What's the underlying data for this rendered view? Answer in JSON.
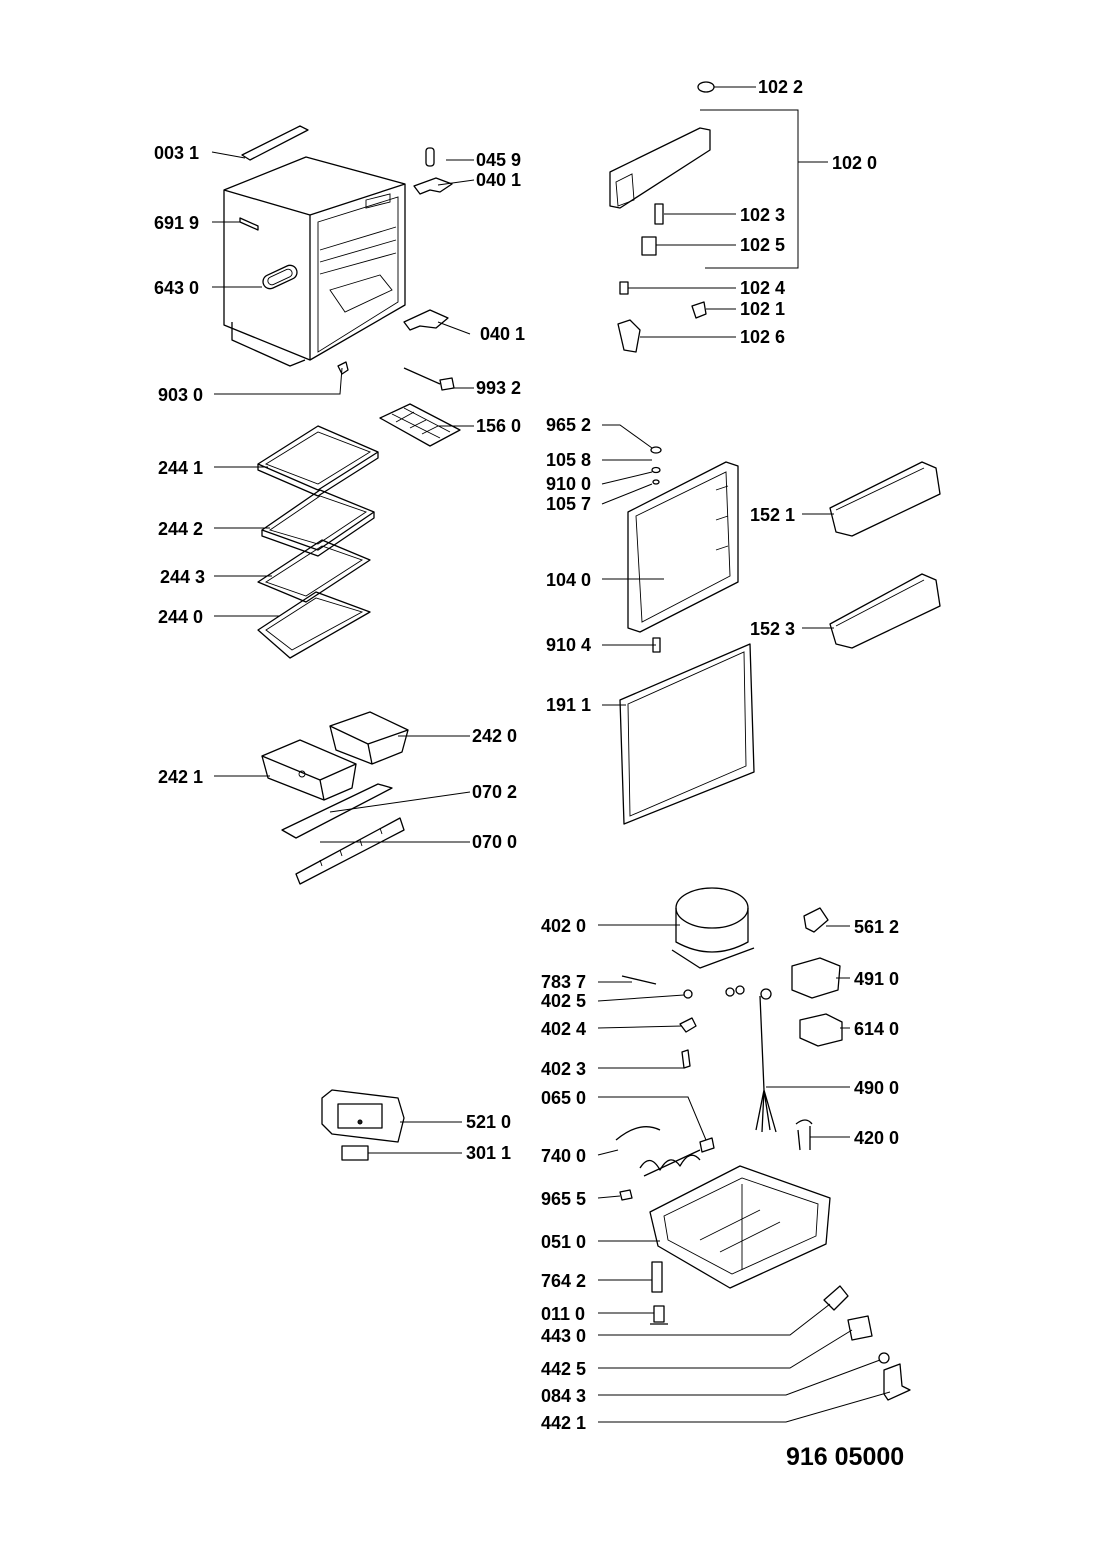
{
  "document_number": "916 05000",
  "parts": [
    {
      "id": "part-003-1",
      "label": "003 1"
    },
    {
      "id": "part-045-9",
      "label": "045 9"
    },
    {
      "id": "part-040-1-top",
      "label": "040 1"
    },
    {
      "id": "part-691-9",
      "label": "691 9"
    },
    {
      "id": "part-643-0",
      "label": "643 0"
    },
    {
      "id": "part-040-1-bottom",
      "label": "040 1"
    },
    {
      "id": "part-903-0",
      "label": "903 0"
    },
    {
      "id": "part-993-2",
      "label": "993 2"
    },
    {
      "id": "part-156-0",
      "label": "156 0"
    },
    {
      "id": "part-244-1",
      "label": "244 1"
    },
    {
      "id": "part-244-2",
      "label": "244 2"
    },
    {
      "id": "part-244-3",
      "label": "244 3"
    },
    {
      "id": "part-244-0",
      "label": "244 0"
    },
    {
      "id": "part-242-0",
      "label": "242 0"
    },
    {
      "id": "part-242-1",
      "label": "242 1"
    },
    {
      "id": "part-070-2",
      "label": "070 2"
    },
    {
      "id": "part-070-0",
      "label": "070 0"
    },
    {
      "id": "part-102-2",
      "label": "102 2"
    },
    {
      "id": "part-102-0",
      "label": "102 0"
    },
    {
      "id": "part-102-3",
      "label": "102 3"
    },
    {
      "id": "part-102-5",
      "label": "102 5"
    },
    {
      "id": "part-102-4",
      "label": "102 4"
    },
    {
      "id": "part-102-1",
      "label": "102 1"
    },
    {
      "id": "part-102-6",
      "label": "102 6"
    },
    {
      "id": "part-965-2",
      "label": "965 2"
    },
    {
      "id": "part-105-8",
      "label": "105 8"
    },
    {
      "id": "part-910-0",
      "label": "910 0"
    },
    {
      "id": "part-105-7",
      "label": "105 7"
    },
    {
      "id": "part-104-0",
      "label": "104 0"
    },
    {
      "id": "part-910-4",
      "label": "910 4"
    },
    {
      "id": "part-191-1",
      "label": "191 1"
    },
    {
      "id": "part-152-1",
      "label": "152 1"
    },
    {
      "id": "part-152-3",
      "label": "152 3"
    },
    {
      "id": "part-402-0",
      "label": "402 0"
    },
    {
      "id": "part-561-2",
      "label": "561 2"
    },
    {
      "id": "part-783-7",
      "label": "783 7"
    },
    {
      "id": "part-491-0",
      "label": "491 0"
    },
    {
      "id": "part-402-5",
      "label": "402 5"
    },
    {
      "id": "part-402-4",
      "label": "402 4"
    },
    {
      "id": "part-614-0",
      "label": "614 0"
    },
    {
      "id": "part-402-3",
      "label": "402 3"
    },
    {
      "id": "part-065-0",
      "label": "065 0"
    },
    {
      "id": "part-490-0",
      "label": "490 0"
    },
    {
      "id": "part-521-0",
      "label": "521 0"
    },
    {
      "id": "part-420-0",
      "label": "420 0"
    },
    {
      "id": "part-301-1",
      "label": "301 1"
    },
    {
      "id": "part-740-0",
      "label": "740 0"
    },
    {
      "id": "part-965-5",
      "label": "965 5"
    },
    {
      "id": "part-051-0",
      "label": "051 0"
    },
    {
      "id": "part-764-2",
      "label": "764 2"
    },
    {
      "id": "part-011-0",
      "label": "011 0"
    },
    {
      "id": "part-443-0",
      "label": "443 0"
    },
    {
      "id": "part-442-5",
      "label": "442 5"
    },
    {
      "id": "part-084-3",
      "label": "084 3"
    },
    {
      "id": "part-442-1",
      "label": "442 1"
    }
  ]
}
